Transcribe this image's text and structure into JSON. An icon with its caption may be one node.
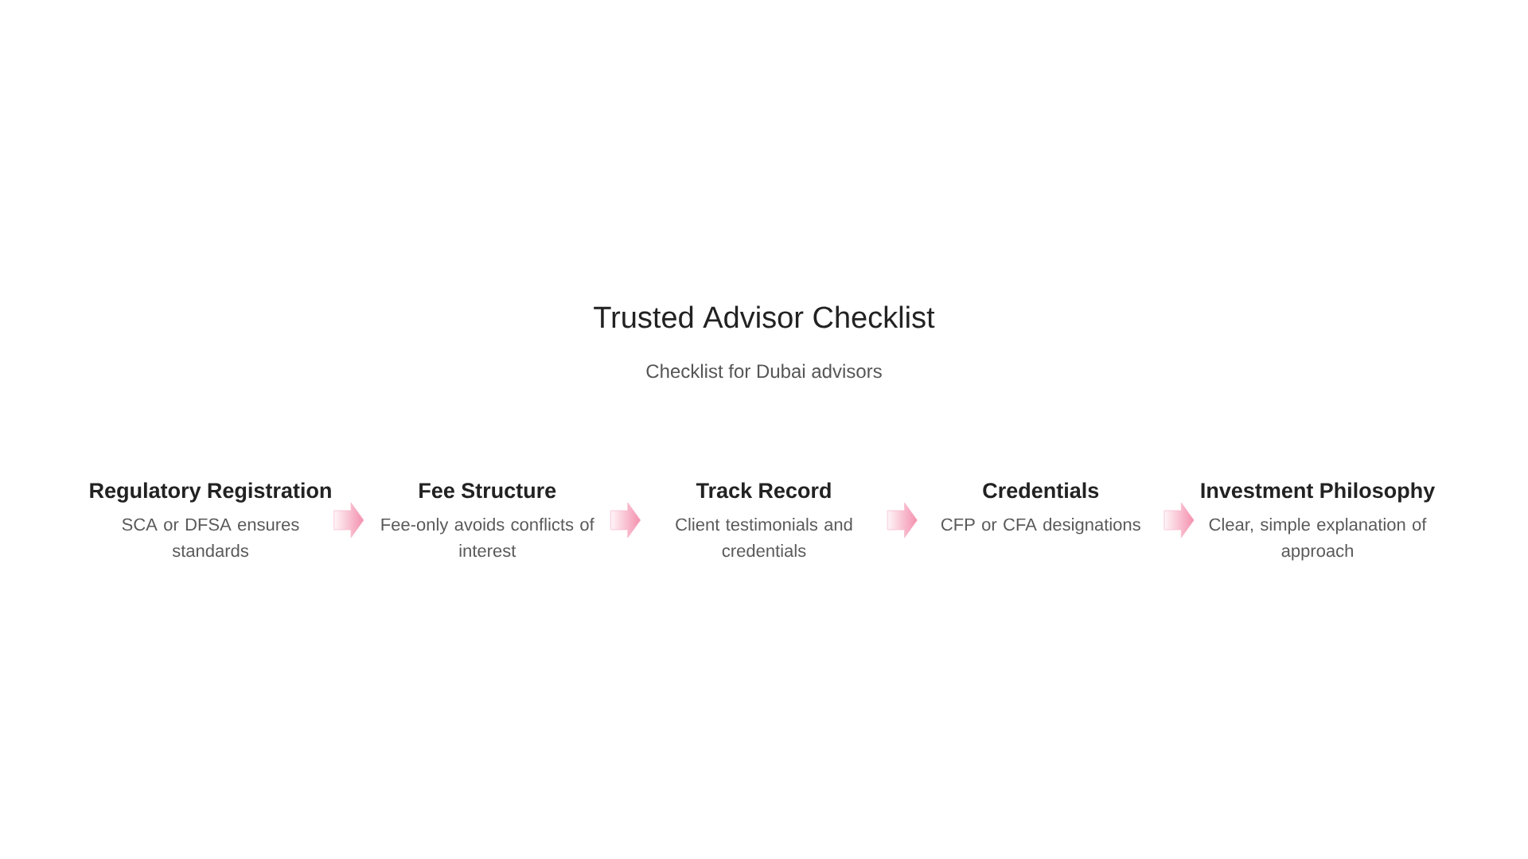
{
  "diagram": {
    "title": "Trusted Advisor Checklist",
    "nodes": [
      {
        "text": [
          "Regulatory Registration",
          "SCA or DFSA ensures standards"
        ]
      },
      {
        "text": [
          "Fee Structure",
          "Fee-only avoids conflicts of interest"
        ]
      },
      {
        "text": [
          "Track Record",
          "Client testimonials and credentials"
        ]
      },
      {
        "text": [
          "Credentials",
          "CFP or CFA designations"
        ]
      },
      {
        "text": [
          "Investment Philosophy",
          "Clear, simple explanation of approach"
        ]
      }
    ],
    "edges": [
      {
        "from": 0,
        "to": 1,
        "arrow": "to"
      },
      {
        "from": 1,
        "to": 2,
        "arrow": "to"
      },
      {
        "from": 2,
        "to": 3,
        "arrow": "to"
      },
      {
        "from": 3,
        "to": 4,
        "arrow": "to"
      }
    ],
    "labels": [
      "Checklist for Dubai advisors"
    ]
  }
}
